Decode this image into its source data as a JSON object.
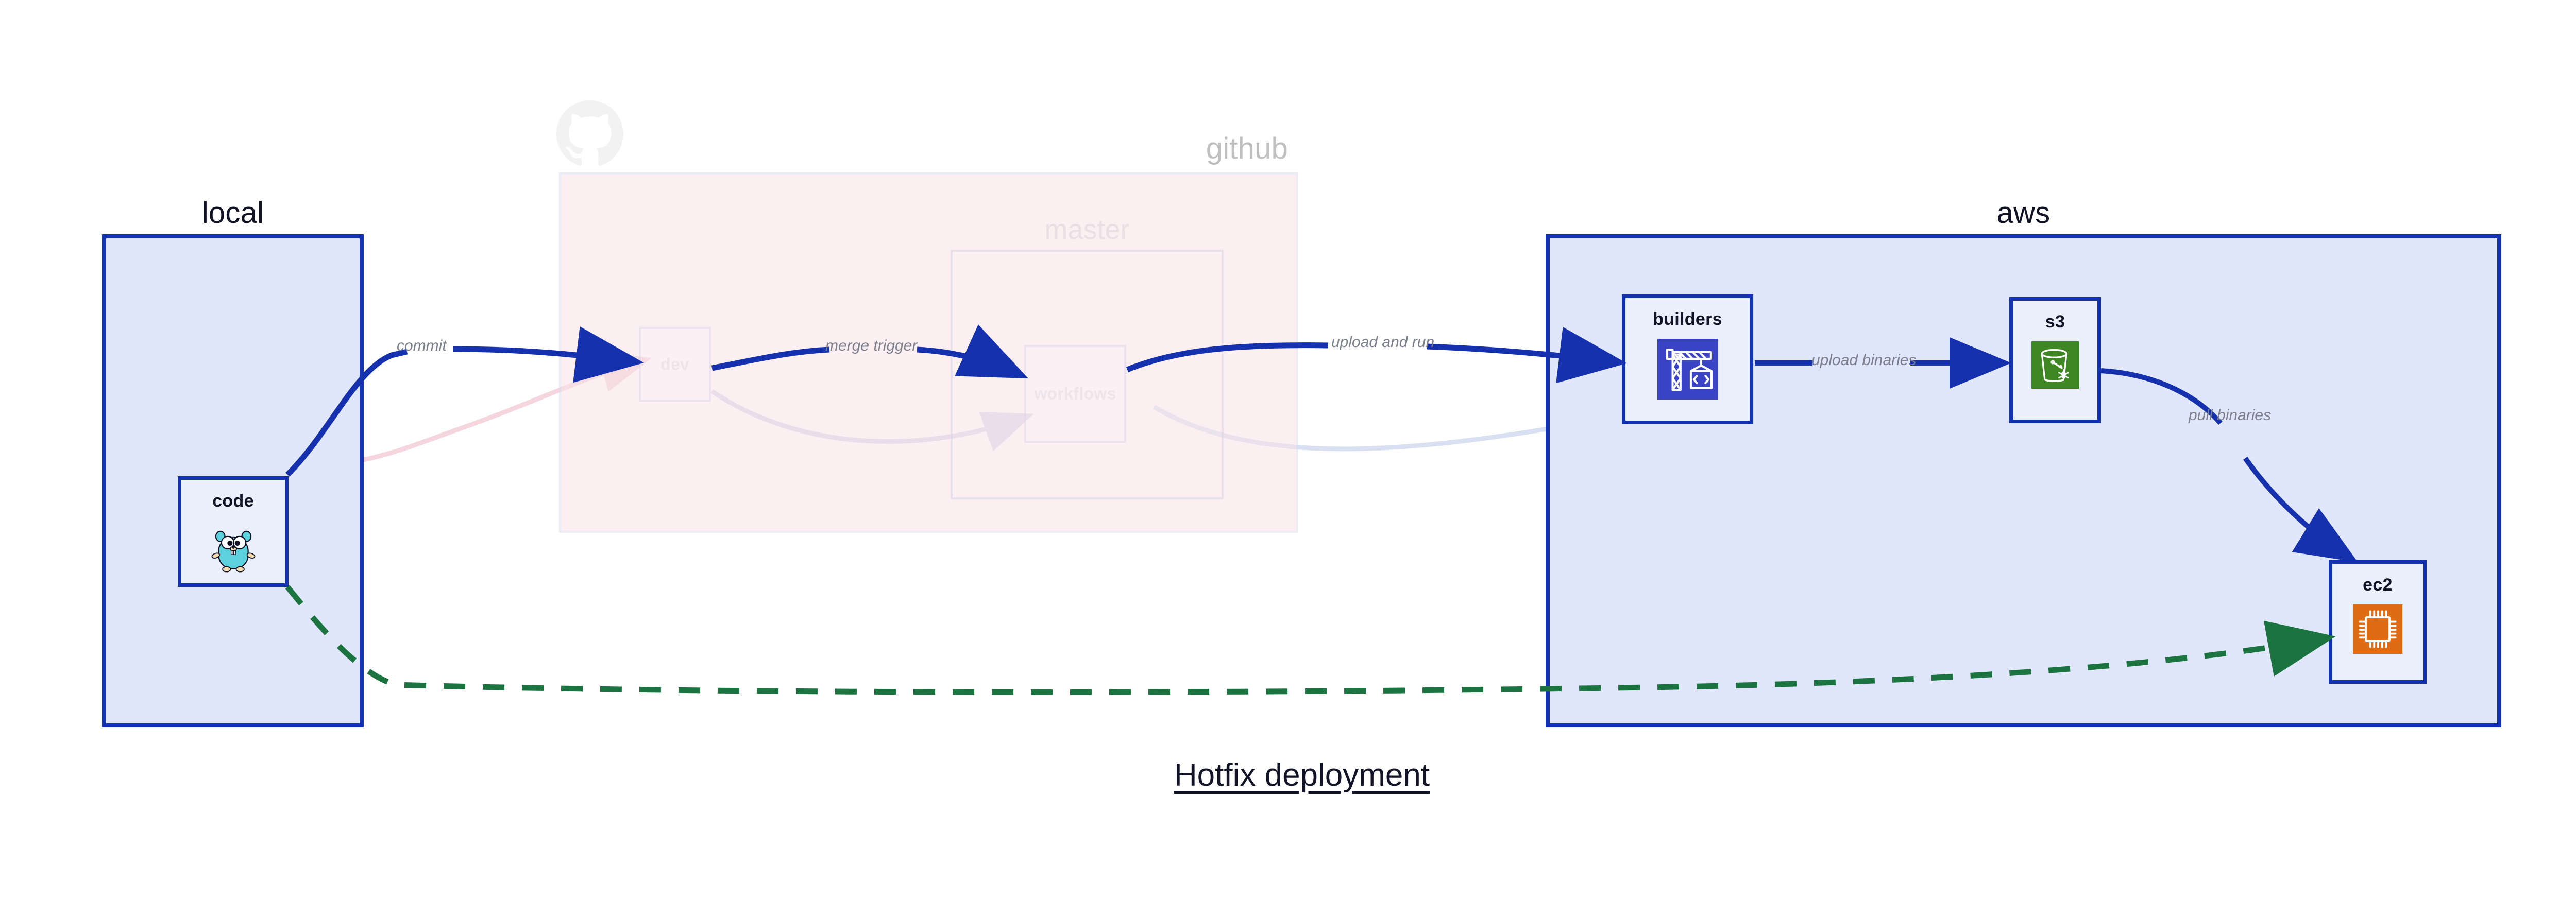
{
  "caption": "Hotfix deployment",
  "colors": {
    "group_border_blue": "#1232b0",
    "group_fill_blue": "#e1e7fa",
    "github_fill_pink": "#f8e2e8",
    "node_fill": "#eaeffc",
    "arrow_blue": "#1531ad",
    "arrow_green": "#1b7340",
    "label_gray": "#7b7f8c",
    "s3_green": "#3f8624",
    "ec2_orange": "#dd6c14",
    "builders_blue": "#3b44c4",
    "gopher_teal": "#5cd2de",
    "title_dark": "#121327"
  },
  "groups": [
    {
      "id": "local",
      "label": "local",
      "label_align": "center"
    },
    {
      "id": "github",
      "label": "github",
      "label_align": "right"
    },
    {
      "id": "aws",
      "label": "aws",
      "label_align": "center"
    }
  ],
  "subframes": [
    {
      "id": "master",
      "label": "master",
      "parent": "github"
    }
  ],
  "nodes": [
    {
      "id": "code",
      "label": "code",
      "group": "local",
      "icon": "go-gopher-icon",
      "faded": false
    },
    {
      "id": "dev",
      "label": "dev",
      "group": "github",
      "icon": null,
      "faded": true
    },
    {
      "id": "workflows",
      "label": "workflows",
      "group": "master",
      "icon": null,
      "faded": true
    },
    {
      "id": "builders",
      "label": "builders",
      "group": "aws",
      "icon": "crane-code-icon",
      "faded": false
    },
    {
      "id": "s3",
      "label": "s3",
      "group": "aws",
      "icon": "s3-bucket-icon",
      "faded": false
    },
    {
      "id": "ec2",
      "label": "ec2",
      "group": "aws",
      "icon": "cpu-chip-icon",
      "faded": false
    }
  ],
  "edges": [
    {
      "id": "commit",
      "from": "code",
      "to": "dev",
      "label": "commit",
      "style": "solid",
      "color": "#1531ad"
    },
    {
      "id": "merge-trigger",
      "from": "dev",
      "to": "workflows",
      "label": "merge trigger",
      "style": "solid",
      "color": "#1531ad"
    },
    {
      "id": "upload-and-run",
      "from": "workflows",
      "to": "builders",
      "label": "upload and run",
      "style": "solid",
      "color": "#1531ad"
    },
    {
      "id": "upload-binaries",
      "from": "builders",
      "to": "s3",
      "label": "upload binaries",
      "style": "solid",
      "color": "#1531ad"
    },
    {
      "id": "pull-binaries",
      "from": "s3",
      "to": "ec2",
      "label": "pull binaries",
      "style": "solid",
      "color": "#1531ad"
    },
    {
      "id": "direct-deploy",
      "from": "code",
      "to": "ec2",
      "label": "",
      "style": "dashed",
      "color": "#1b7340"
    }
  ],
  "ghost_edges": [
    {
      "id": "ghost-code-dev",
      "color": "#f6dfe5"
    },
    {
      "id": "ghost-dev-workflows",
      "color": "#ded9ef"
    },
    {
      "id": "ghost-workflows-builders",
      "color": "#dfe4f6"
    }
  ],
  "icons": {
    "github_octocat": "github-octocat-icon",
    "go_gopher": "go-gopher-icon",
    "crane_code": "crane-code-icon",
    "s3_bucket": "s3-bucket-icon",
    "cpu_chip": "cpu-chip-icon"
  }
}
